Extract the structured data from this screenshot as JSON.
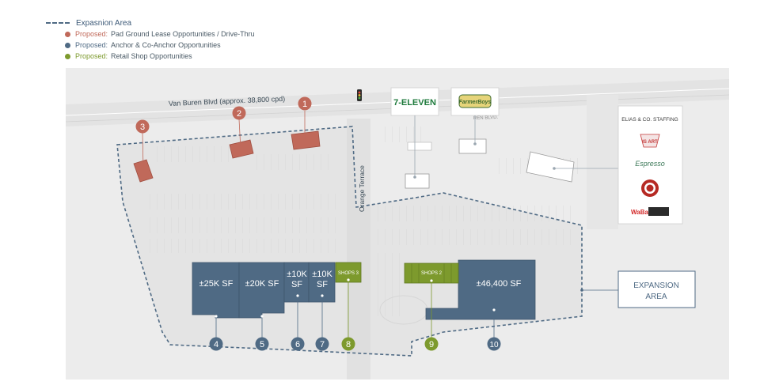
{
  "legend": {
    "expansion_label": "Expasnion Area",
    "items": [
      {
        "keyword": "Proposed:",
        "text": "Pad Ground Lease Opportunities / Drive-Thru",
        "color": "#c0695a"
      },
      {
        "keyword": "Proposed:",
        "text": "Anchor & Co-Anchor Opportunities",
        "color": "#4f6a84"
      },
      {
        "keyword": "Proposed:",
        "text": "Retail Shop Opportunities",
        "color": "#7d9a2d"
      }
    ]
  },
  "streets": {
    "main_road": "Van Buren Blvd (approx. 38,800 cpd)",
    "cross_street": "Orange Terrace",
    "blvd_fragment": "REN BLVD."
  },
  "colors": {
    "pad": "#c0695a",
    "anchor": "#4f6a84",
    "shop": "#7d9a2d",
    "expansion_border": "#4f6a84",
    "site": "#ececec"
  },
  "pads": [
    {
      "id": "1"
    },
    {
      "id": "2"
    },
    {
      "id": "3"
    }
  ],
  "anchors": [
    {
      "id": "4",
      "label": "±25K SF"
    },
    {
      "id": "5",
      "label": "±20K SF"
    },
    {
      "id": "6",
      "label_line1": "±10K",
      "label_line2": "SF"
    },
    {
      "id": "7",
      "label_line1": "±10K",
      "label_line2": "SF"
    },
    {
      "id": "10",
      "label": "±46,400 SF"
    }
  ],
  "shops": [
    {
      "id": "8",
      "label": "SHOPS 3"
    },
    {
      "id": "9",
      "label": "SHOPS 2"
    }
  ],
  "logos": {
    "seven_eleven": "7-ELEVEN",
    "farmer_boys": "FarmerBoys",
    "tenants": [
      "ELIAS & CO. STAFFING",
      "IS ART",
      "Espresso",
      "",
      "WaBa"
    ]
  },
  "expansion_callout": {
    "line1": "EXPANSION",
    "line2": "AREA"
  }
}
